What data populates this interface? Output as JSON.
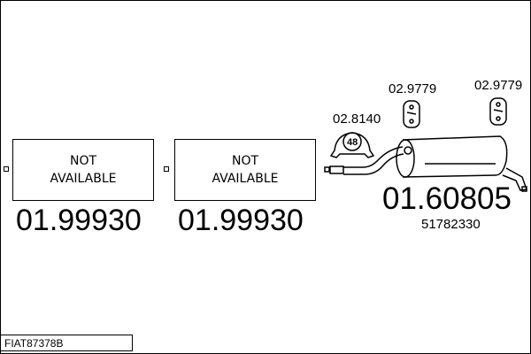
{
  "parts": [
    {
      "label_line1": "NOT",
      "label_line2": "AVAILABLE",
      "number": "01.99930"
    },
    {
      "label_line1": "NOT",
      "label_line2": "AVAILABLE",
      "number": "01.99930"
    },
    {
      "number": "01.60805",
      "oe_number": "51782330"
    }
  ],
  "accessories": [
    {
      "number": "02.8140",
      "clamp_size": "48"
    },
    {
      "number": "02.9779"
    },
    {
      "number": "02.9779"
    }
  ],
  "diagram_code": "FIAT87378B"
}
